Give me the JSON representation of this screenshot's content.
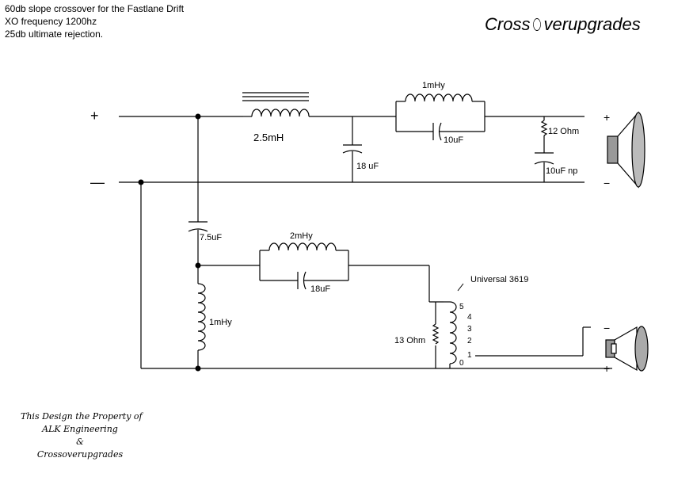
{
  "header": {
    "line1": "60db slope crossover for the Fastlane Drift",
    "line2": "XO frequency 1200hz",
    "line3": "25db ultimate rejection."
  },
  "brand": {
    "name": "Crossoverupgrades",
    "part1": "Cross",
    "part2": "verupgrades"
  },
  "terminals": {
    "plus": "+",
    "minus": "—",
    "spk_plus": "+",
    "spk_minus": "−"
  },
  "woofer_branch": {
    "inductor_series": "2.5mH",
    "cap_shunt": "18 uF",
    "trap_inductor": "1mHy",
    "trap_cap": "10uF",
    "zobel_resistor": "12 Ohm",
    "zobel_cap": "10uF np"
  },
  "tweeter_branch": {
    "cap_series": "7.5uF",
    "inductor_shunt": "1mHy",
    "trap_inductor": "2mHy",
    "trap_cap": "18uF",
    "resistor": "13 Ohm",
    "autoformer": "Universal 3619",
    "taps": [
      "5",
      "4",
      "3",
      "2",
      "1",
      "0"
    ]
  },
  "credit": {
    "line1": "This Design the Property of",
    "line2": "ALK Engineering",
    "line3": "&",
    "line4": "Crossoverupgrades"
  }
}
